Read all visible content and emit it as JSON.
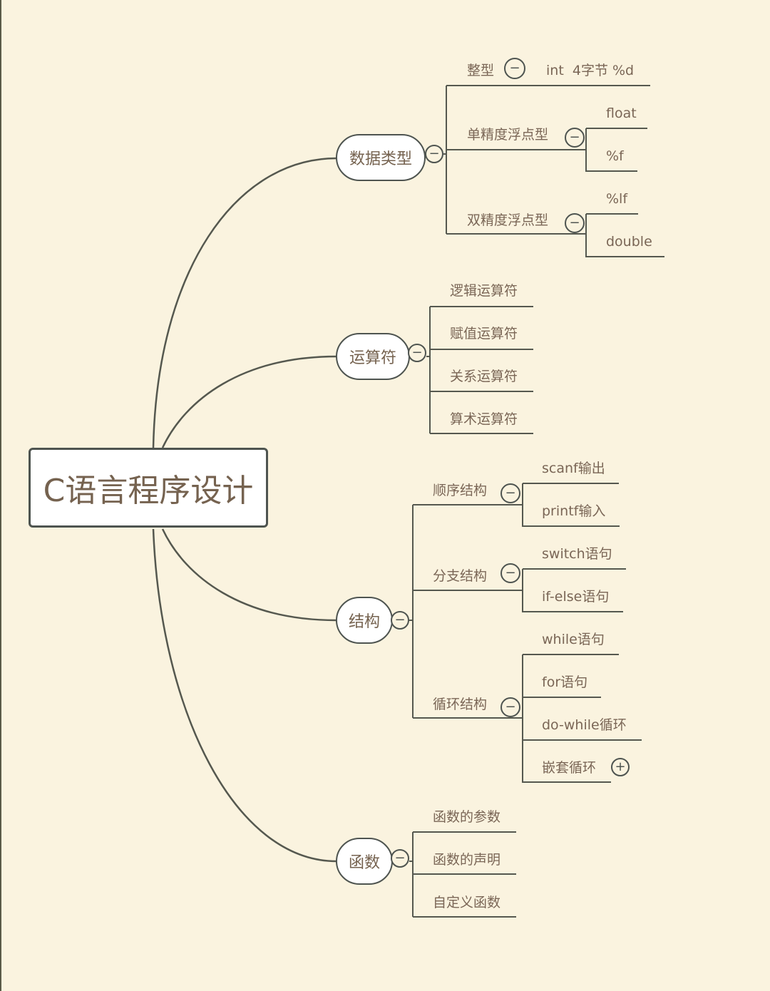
{
  "root": {
    "label": "C语言程序设计"
  },
  "branches": [
    {
      "label": "数据类型",
      "collapse_icon": "minus-circle",
      "children": [
        {
          "label": "整型",
          "collapse_icon": "minus-circle",
          "children": [
            {
              "label": "int  4字节 %d"
            }
          ]
        },
        {
          "label": "单精度浮点型",
          "collapse_icon": "minus-circle",
          "children": [
            {
              "label": "float"
            },
            {
              "label": "%f"
            }
          ]
        },
        {
          "label": "双精度浮点型",
          "collapse_icon": "minus-circle",
          "children": [
            {
              "label": "%lf"
            },
            {
              "label": "double"
            }
          ]
        }
      ]
    },
    {
      "label": "运算符",
      "collapse_icon": "minus-circle",
      "children": [
        {
          "label": "逻辑运算符"
        },
        {
          "label": "赋值运算符"
        },
        {
          "label": "关系运算符"
        },
        {
          "label": "算术运算符"
        }
      ]
    },
    {
      "label": "结构",
      "collapse_icon": "minus-circle",
      "children": [
        {
          "label": "顺序结构",
          "collapse_icon": "minus-circle",
          "children": [
            {
              "label": "scanf输出"
            },
            {
              "label": "printf输入"
            }
          ]
        },
        {
          "label": "分支结构",
          "collapse_icon": "minus-circle",
          "children": [
            {
              "label": "switch语句"
            },
            {
              "label": "if-else语句"
            }
          ]
        },
        {
          "label": "循环结构",
          "collapse_icon": "minus-circle",
          "children": [
            {
              "label": "while语句"
            },
            {
              "label": "for语句"
            },
            {
              "label": "do-while循环"
            },
            {
              "label": "嵌套循环",
              "expand_icon": "plus-circle"
            }
          ]
        }
      ]
    },
    {
      "label": "函数",
      "collapse_icon": "minus-circle",
      "children": [
        {
          "label": "函数的参数"
        },
        {
          "label": "函数的声明"
        },
        {
          "label": "自定义函数"
        }
      ]
    }
  ],
  "symbols": {
    "minus": "−",
    "plus": "+"
  },
  "colors": {
    "background": "#faf3df",
    "line": "#4e5450",
    "text": "#7a6656",
    "node_fill": "#ffffff"
  }
}
